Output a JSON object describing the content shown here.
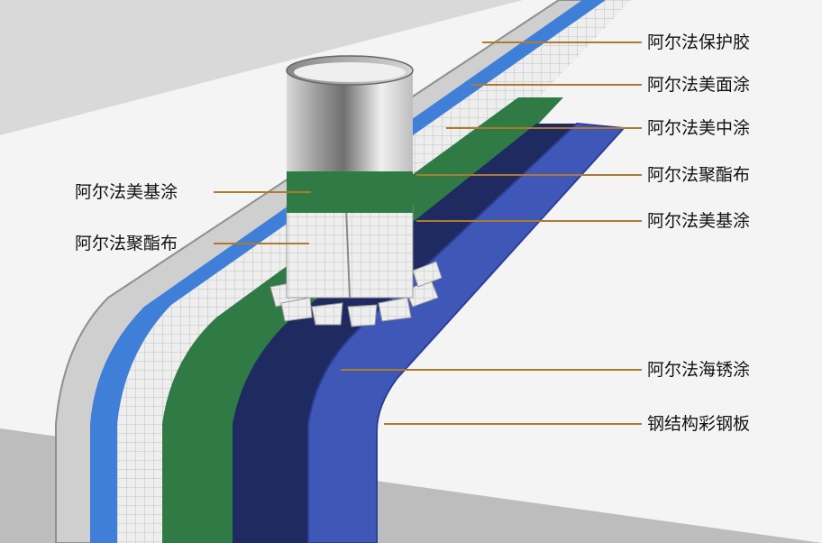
{
  "labels_right": [
    "阿尔法保护胶",
    "阿尔法美面涂",
    "阿尔法美中涂",
    "阿尔法聚酯布",
    "阿尔法美基涂",
    "阿尔法海锈涂",
    "钢结构彩钢板"
  ],
  "labels_left": [
    "阿尔法美基涂",
    "阿尔法聚酯布"
  ],
  "colors": {
    "leader": "#b07a2c",
    "protective_glue": "#c8c8c8",
    "top_coat": "#3f7fd8",
    "mid_coat": "#2f7a45",
    "rust_coat": "#1e2a60",
    "steel_sheet": "#3f58b8",
    "fabric": "#e6e6e6",
    "pipe": "#9a9a9a"
  }
}
